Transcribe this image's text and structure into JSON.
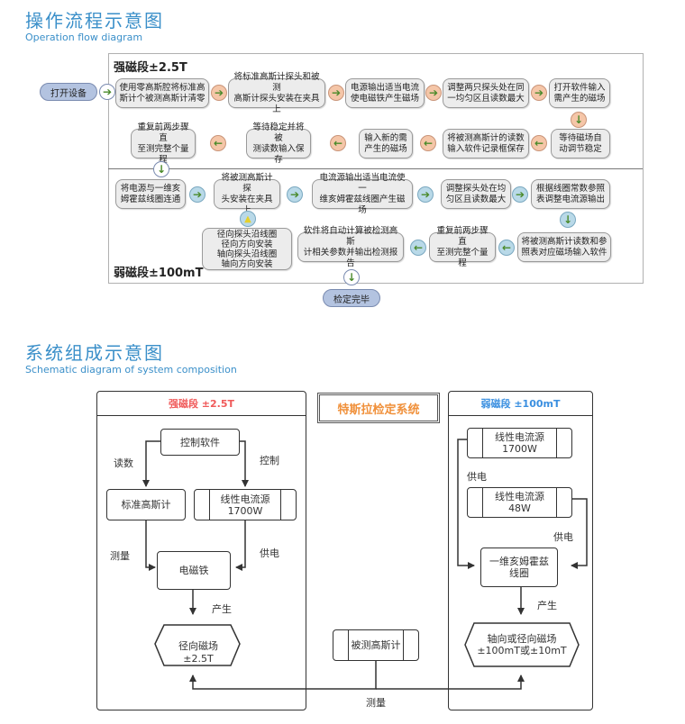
{
  "section1": {
    "title": "操作流程示意图",
    "subtitle": "Operation flow diagram",
    "start_label": "打开设备",
    "end_label": "检定完毕",
    "strong": {
      "title": "强磁段±2.5T",
      "row1": [
        "使用零高斯腔将标准高\n斯计个被测高斯计清零",
        "将标准高斯计探头和被测\n高斯计探头安装在夹具上",
        "电源输出适当电流\n使电磁铁产生磁场",
        "调整两只探头处在同\n一均匀区且读数最大",
        "打开软件输入\n需产生的磁场"
      ],
      "row2": [
        "重复前两步骤直\n至测完整个量程",
        "等待稳定并将被\n测读数输入保存",
        "输入新的需\n产生的磁场",
        "将被测高斯计的读数\n输入软件记录框保存",
        "等待磁场自\n动调节稳定"
      ]
    },
    "weak": {
      "title": "弱磁段±100mT",
      "row1": [
        "将电源与一维亥\n姆霍兹线圈连通",
        "将被测高斯计探\n头安装在夹具上",
        "电流源输出适当电流使一\n维亥姆霍兹线圈产生磁场",
        "调整探头处在均\n匀区且读数最大",
        "根据线圈常数参照\n表调整电流源输出"
      ],
      "note": "径向探头沿线圈\n径向方向安装\n轴向探头沿线圈\n轴向方向安装",
      "row2": [
        "软件将自动计算被检测高斯\n计相关参数并输出检测报告",
        "重复前两步骤直\n至测完整个量程",
        "将被测高斯计读数和参\n照表对应磁场输入软件"
      ]
    }
  },
  "section2": {
    "title": "系统组成示意图",
    "subtitle": "Schematic diagram of system composition",
    "system_title": "特斯拉检定系统",
    "strong": {
      "header": "强磁段   ±2.5T",
      "header_color": "#f05a5a",
      "control_software": "控制软件",
      "label_read": "读数",
      "label_control": "控制",
      "standard_gauss": "标准高斯计",
      "power_supply": "线性电流源\n1700W",
      "label_measure": "测量",
      "label_supply": "供电",
      "electromagnet": "电磁铁",
      "label_generate": "产生",
      "field": "径向磁场  ±2.5T"
    },
    "weak": {
      "header": "弱磁段   ±100mT",
      "header_color": "#3a8fe0",
      "power_supply_1": "线性电流源\n1700W",
      "label_supply_1": "供电",
      "power_supply_2": "线性电流源\n48W",
      "label_supply_2": "供电",
      "coil": "一维亥姆霍兹\n线圈",
      "label_generate": "产生",
      "field": "轴向或径向磁场\n±100mT或±10mT"
    },
    "dut": "被测高斯计",
    "label_measure_bottom": "测量"
  }
}
